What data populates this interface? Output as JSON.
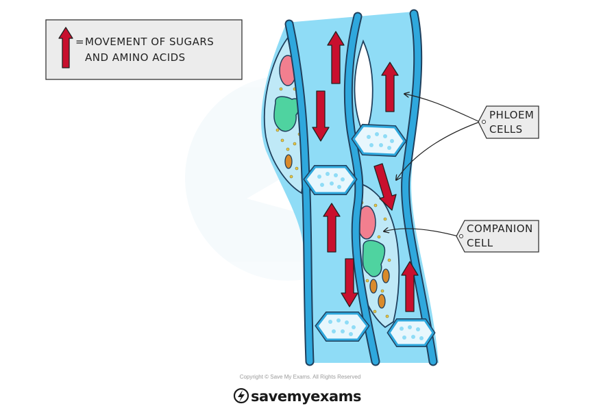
{
  "legend": {
    "symbol": "=",
    "line1": "MOVEMENT OF SUGARS",
    "line2": "AND AMINO ACIDS"
  },
  "labels": {
    "phloem_line1": "PHLOEM",
    "phloem_line2": "CELLS",
    "companion_line1": "COMPANION",
    "companion_line2": "CELL"
  },
  "footer": {
    "copyright": "Copyright © Save My Exams. All Rights Reserved",
    "brand": "savemyexams"
  },
  "colors": {
    "tube_fill": "#8fdcf6",
    "wall_fill": "#2fa8dd",
    "outline": "#1f3f5c",
    "arrow_red": "#c8102e",
    "nucleus_pink": "#f27f8f",
    "vacuole_green": "#4fd3a0",
    "mitochondria_orange": "#d98a2b",
    "tag_grey": "#ececec"
  }
}
